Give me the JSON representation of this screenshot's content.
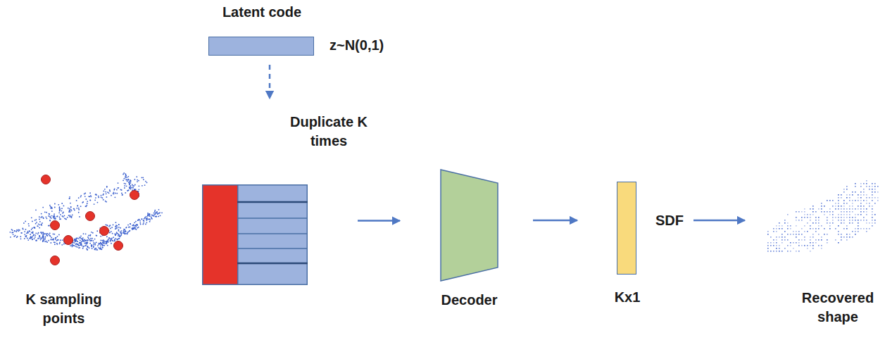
{
  "diagram": {
    "nodes": [
      {
        "text": [
          "Latent code"
        ]
      },
      {
        "text": [
          "K sampling points"
        ]
      },
      {
        "text": []
      },
      {
        "text": [
          "Decoder"
        ]
      },
      {
        "text": [
          "Kx1"
        ]
      },
      {
        "text": [
          "Recovered shape"
        ]
      }
    ],
    "edges": [
      {
        "from": 0,
        "to": 2,
        "arrow": "to",
        "label": "Duplicate K times"
      },
      {
        "from": 2,
        "to": 3,
        "arrow": "to"
      },
      {
        "from": 3,
        "to": 4,
        "arrow": "to"
      },
      {
        "from": 4,
        "to": 5,
        "arrow": "to",
        "label": "SDF"
      }
    ],
    "labels": [
      "z~N(0,1)"
    ]
  }
}
